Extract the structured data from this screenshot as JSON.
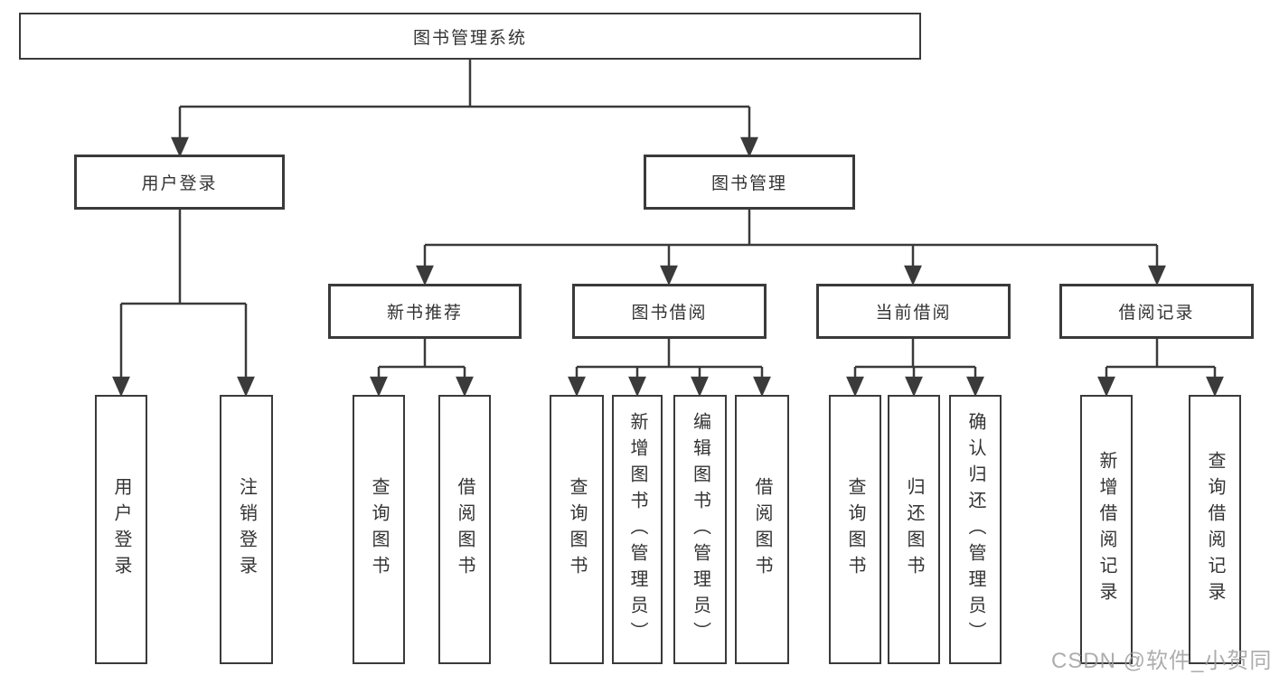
{
  "diagram_title": "图书管理系统",
  "colors": {
    "line": "#3a3a3a",
    "box_border": "#3a3a3a",
    "text": "#333333",
    "background": "#ffffff",
    "watermark_text_color": "#9b9b9b"
  },
  "watermark": "CSDN @软件_小贺同学",
  "nodes": {
    "system": {
      "label": "图书管理系统",
      "children": [
        "user_login",
        "book_mgmt"
      ]
    },
    "user_login": {
      "label": "用户登录",
      "children": [
        "leaf_user_login",
        "leaf_logout"
      ]
    },
    "book_mgmt": {
      "label": "图书管理",
      "children": [
        "new_book_rec",
        "book_borrow",
        "current_borrow",
        "borrow_record"
      ]
    },
    "new_book_rec": {
      "label": "新书推荐",
      "children": [
        "leaf_query_book_1",
        "leaf_borrow_book_1"
      ]
    },
    "book_borrow": {
      "label": "图书借阅",
      "children": [
        "leaf_query_book_2",
        "leaf_add_book",
        "leaf_edit_book",
        "leaf_borrow_book_2"
      ]
    },
    "current_borrow": {
      "label": "当前借阅",
      "children": [
        "leaf_query_book_3",
        "leaf_return_book",
        "leaf_confirm_return"
      ]
    },
    "borrow_record": {
      "label": "借阅记录",
      "children": [
        "leaf_add_record",
        "leaf_query_record"
      ]
    },
    "leaf_user_login": {
      "label": "用户登录"
    },
    "leaf_logout": {
      "label": "注销登录"
    },
    "leaf_query_book_1": {
      "label": "查询图书"
    },
    "leaf_borrow_book_1": {
      "label": "借阅图书"
    },
    "leaf_query_book_2": {
      "label": "查询图书"
    },
    "leaf_add_book": {
      "label": "新增图书（管理员）"
    },
    "leaf_edit_book": {
      "label": "编辑图书（管理员）"
    },
    "leaf_borrow_book_2": {
      "label": "借阅图书"
    },
    "leaf_query_book_3": {
      "label": "查询图书"
    },
    "leaf_return_book": {
      "label": "归还图书"
    },
    "leaf_confirm_return": {
      "label": "确认归还（管理员）"
    },
    "leaf_add_record": {
      "label": "新增借阅记录"
    },
    "leaf_query_record": {
      "label": "查询借阅记录"
    }
  }
}
